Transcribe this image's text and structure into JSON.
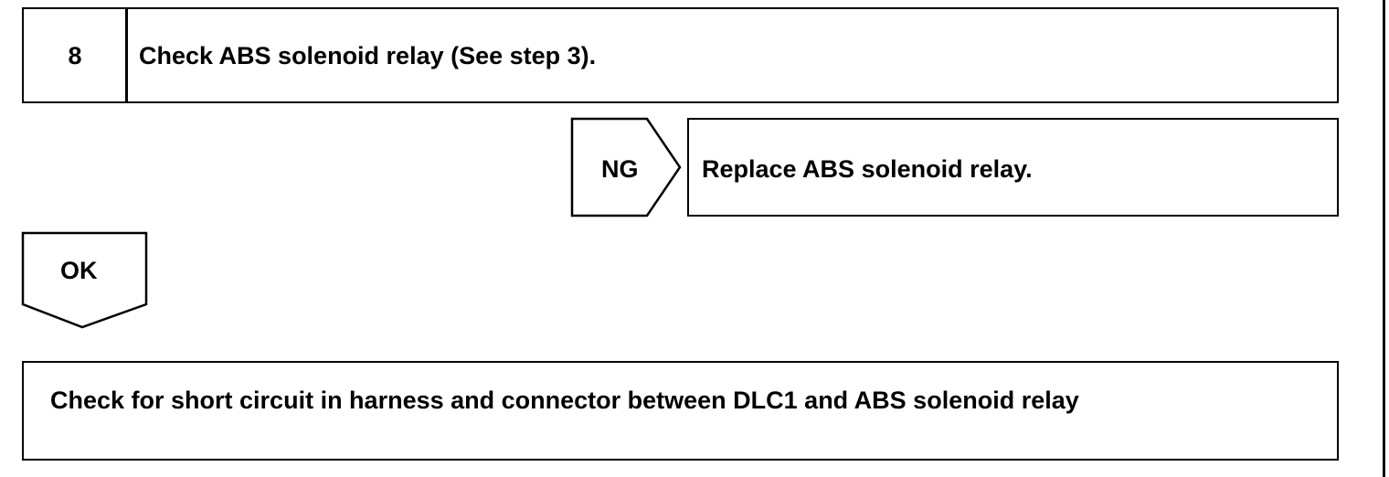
{
  "step": {
    "number": "8",
    "title": "Check ABS solenoid relay (See step 3)."
  },
  "ng_branch": {
    "label": "NG",
    "action": "Replace ABS solenoid relay."
  },
  "ok_branch": {
    "label": "OK"
  },
  "result": {
    "text": "Check for short circuit in harness and connector between DLC1 and ABS solenoid relay"
  }
}
